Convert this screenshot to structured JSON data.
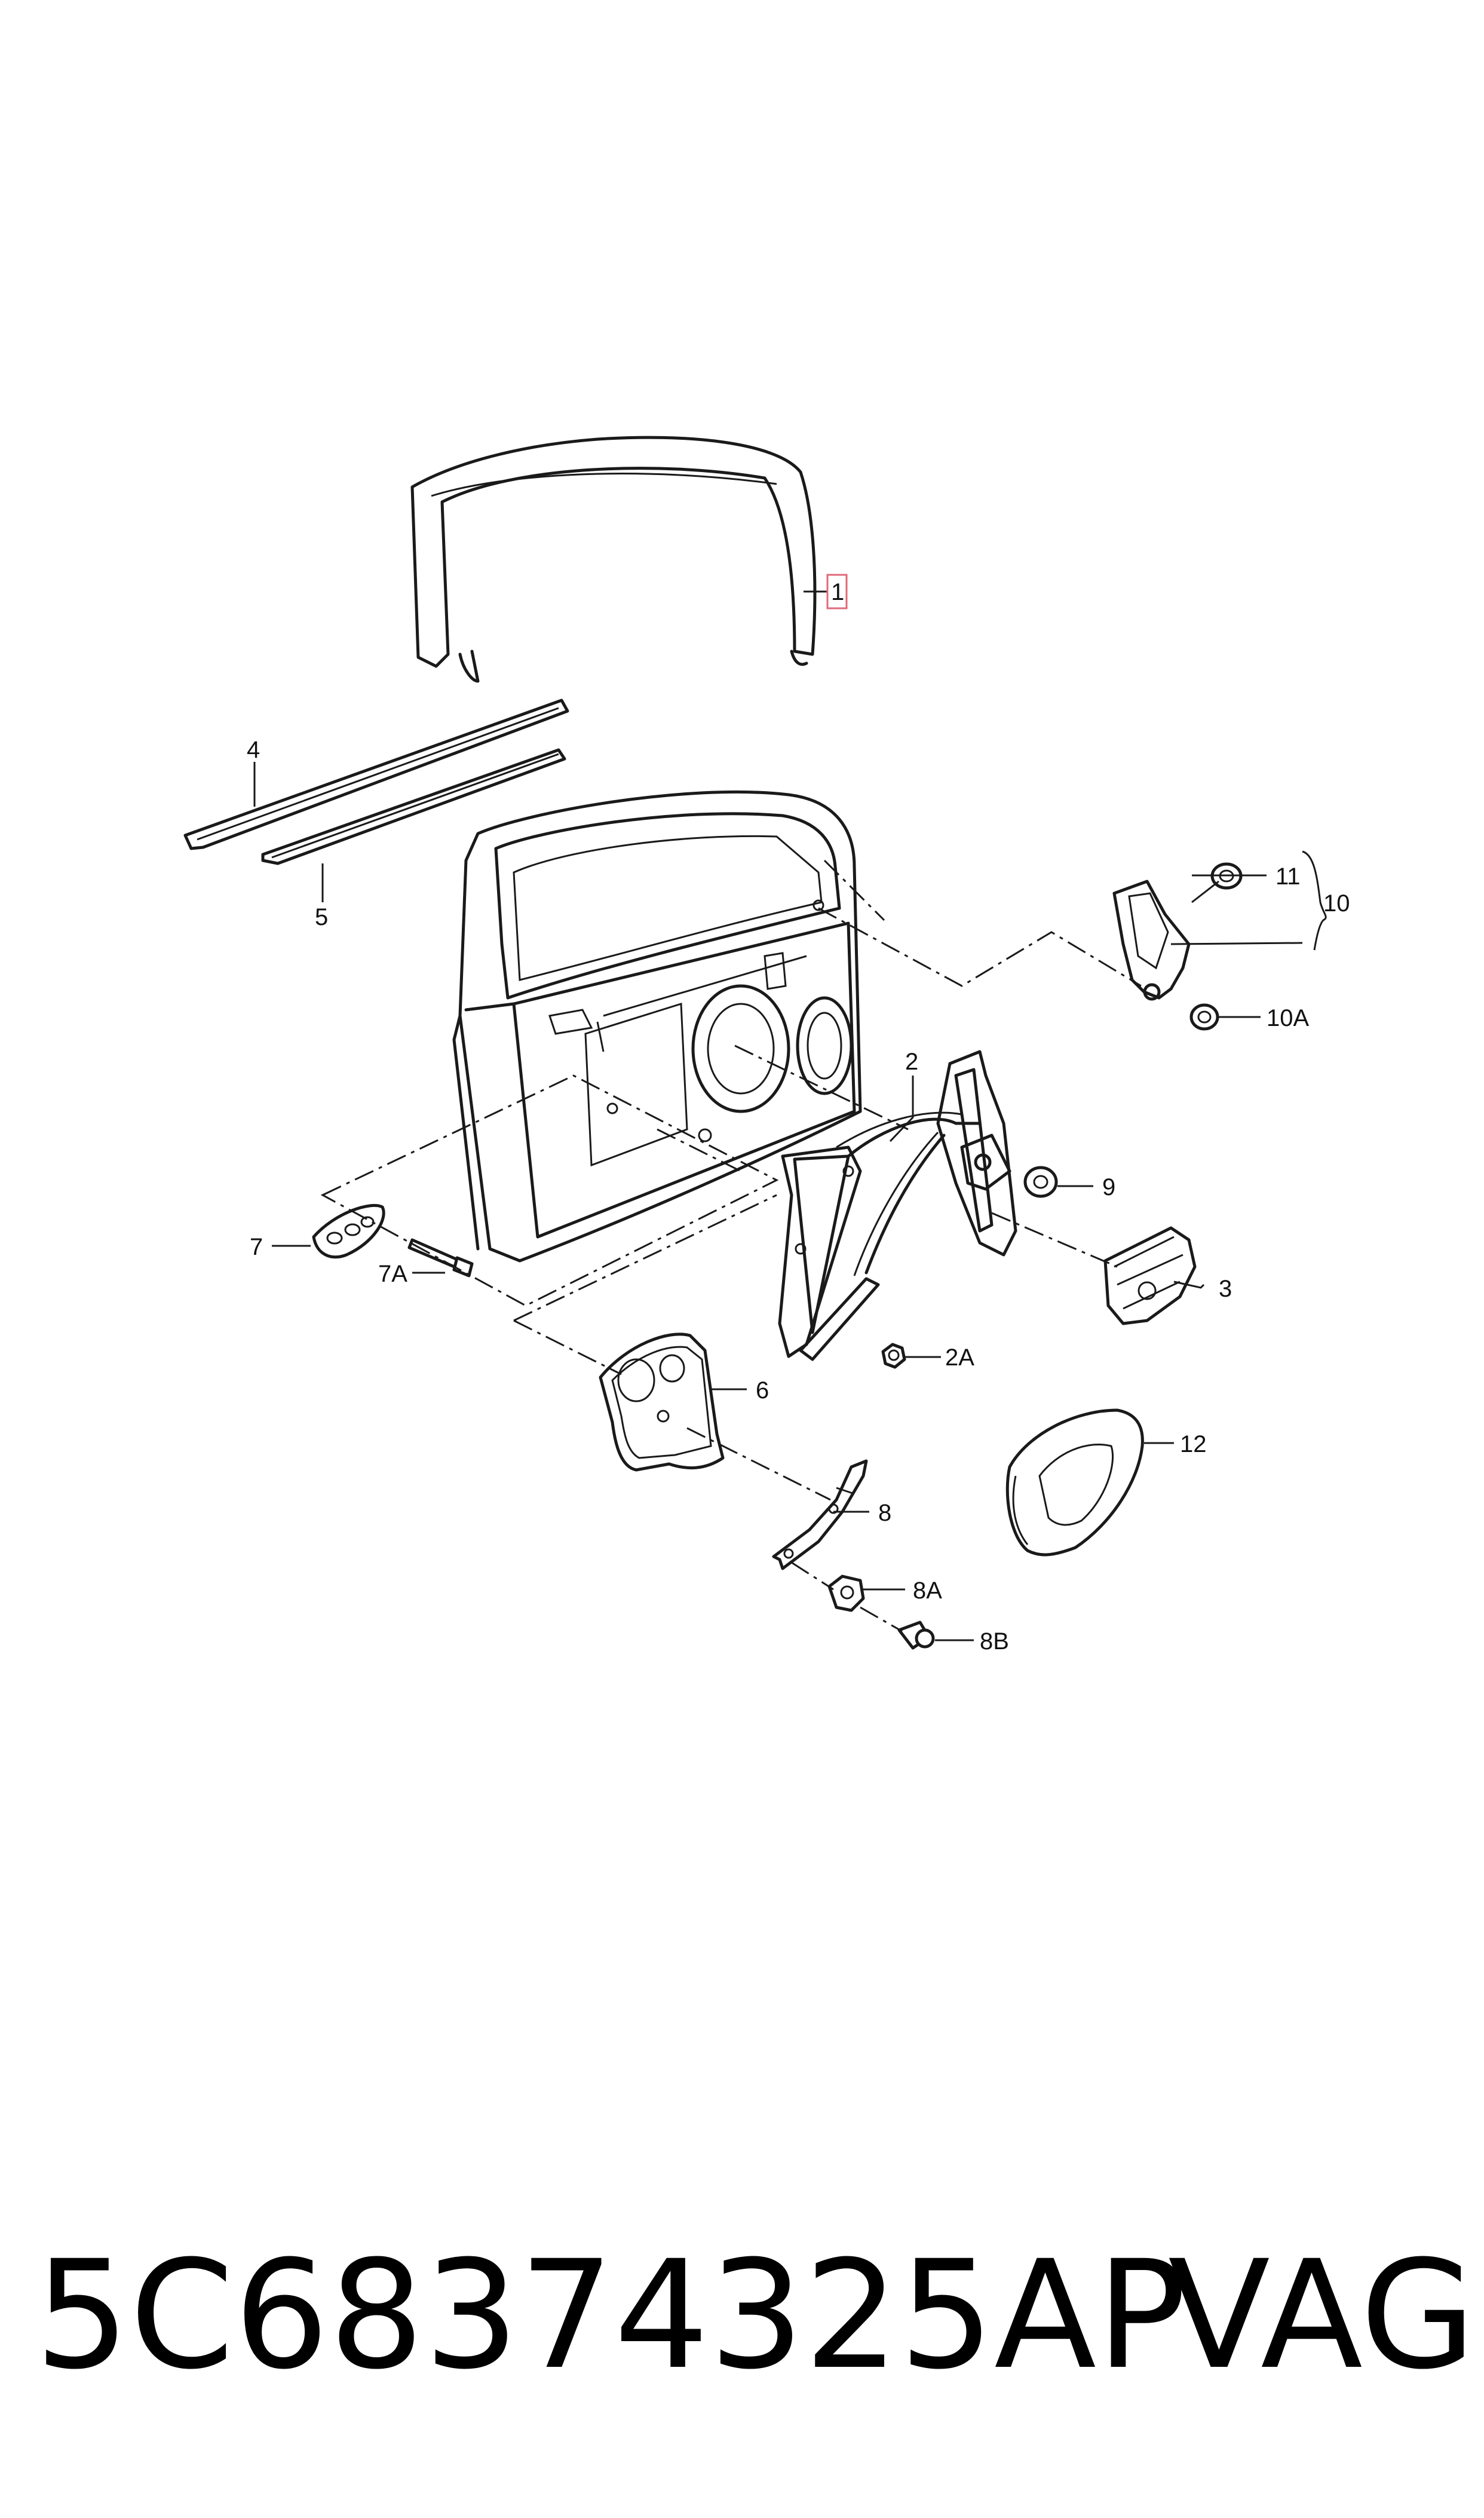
{
  "diagram": {
    "callouts": [
      {
        "id": "c1",
        "label": "1"
      },
      {
        "id": "c2",
        "label": "2"
      },
      {
        "id": "c2a",
        "label": "2A"
      },
      {
        "id": "c3",
        "label": "3"
      },
      {
        "id": "c4",
        "label": "4"
      },
      {
        "id": "c5",
        "label": "5"
      },
      {
        "id": "c6",
        "label": "6"
      },
      {
        "id": "c7",
        "label": "7"
      },
      {
        "id": "c7a",
        "label": "7A"
      },
      {
        "id": "c8",
        "label": "8"
      },
      {
        "id": "c8a",
        "label": "8A"
      },
      {
        "id": "c8b",
        "label": "8B"
      },
      {
        "id": "c9",
        "label": "9"
      },
      {
        "id": "c10",
        "label": "10"
      },
      {
        "id": "c10a",
        "label": "10A"
      },
      {
        "id": "c11",
        "label": "11"
      },
      {
        "id": "c12",
        "label": "12"
      }
    ],
    "highlighted_callout": "1",
    "highlight_color": "#e06a7a"
  },
  "footer": {
    "part_number": "5C68374325AP",
    "brand": "VAG"
  }
}
